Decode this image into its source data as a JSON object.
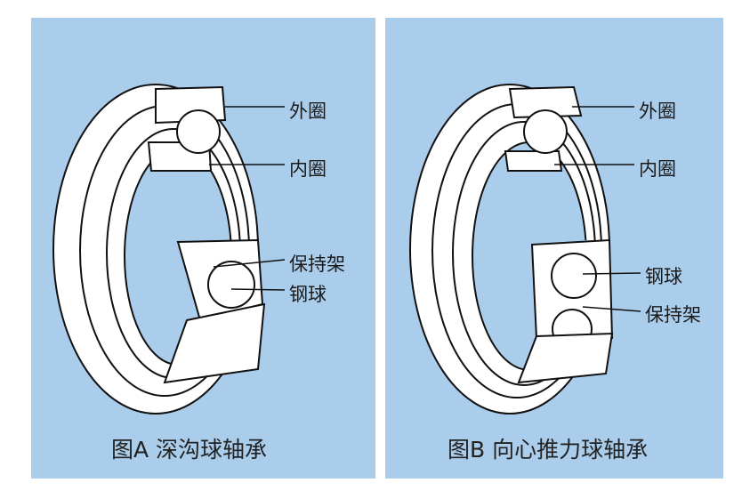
{
  "panel_a": {
    "caption": "图A  深沟球轴承",
    "labels": {
      "outer_ring": "外圈",
      "inner_ring": "内圈",
      "cage": "保持架",
      "ball": "钢球"
    }
  },
  "panel_b": {
    "caption": "图B  向心推力球轴承",
    "labels": {
      "outer_ring": "外圈",
      "inner_ring": "内圈",
      "ball": "钢球",
      "cage": "保持架"
    }
  },
  "colors": {
    "background": "#abcdec",
    "line": "#111111",
    "fill": "#ffffff"
  }
}
